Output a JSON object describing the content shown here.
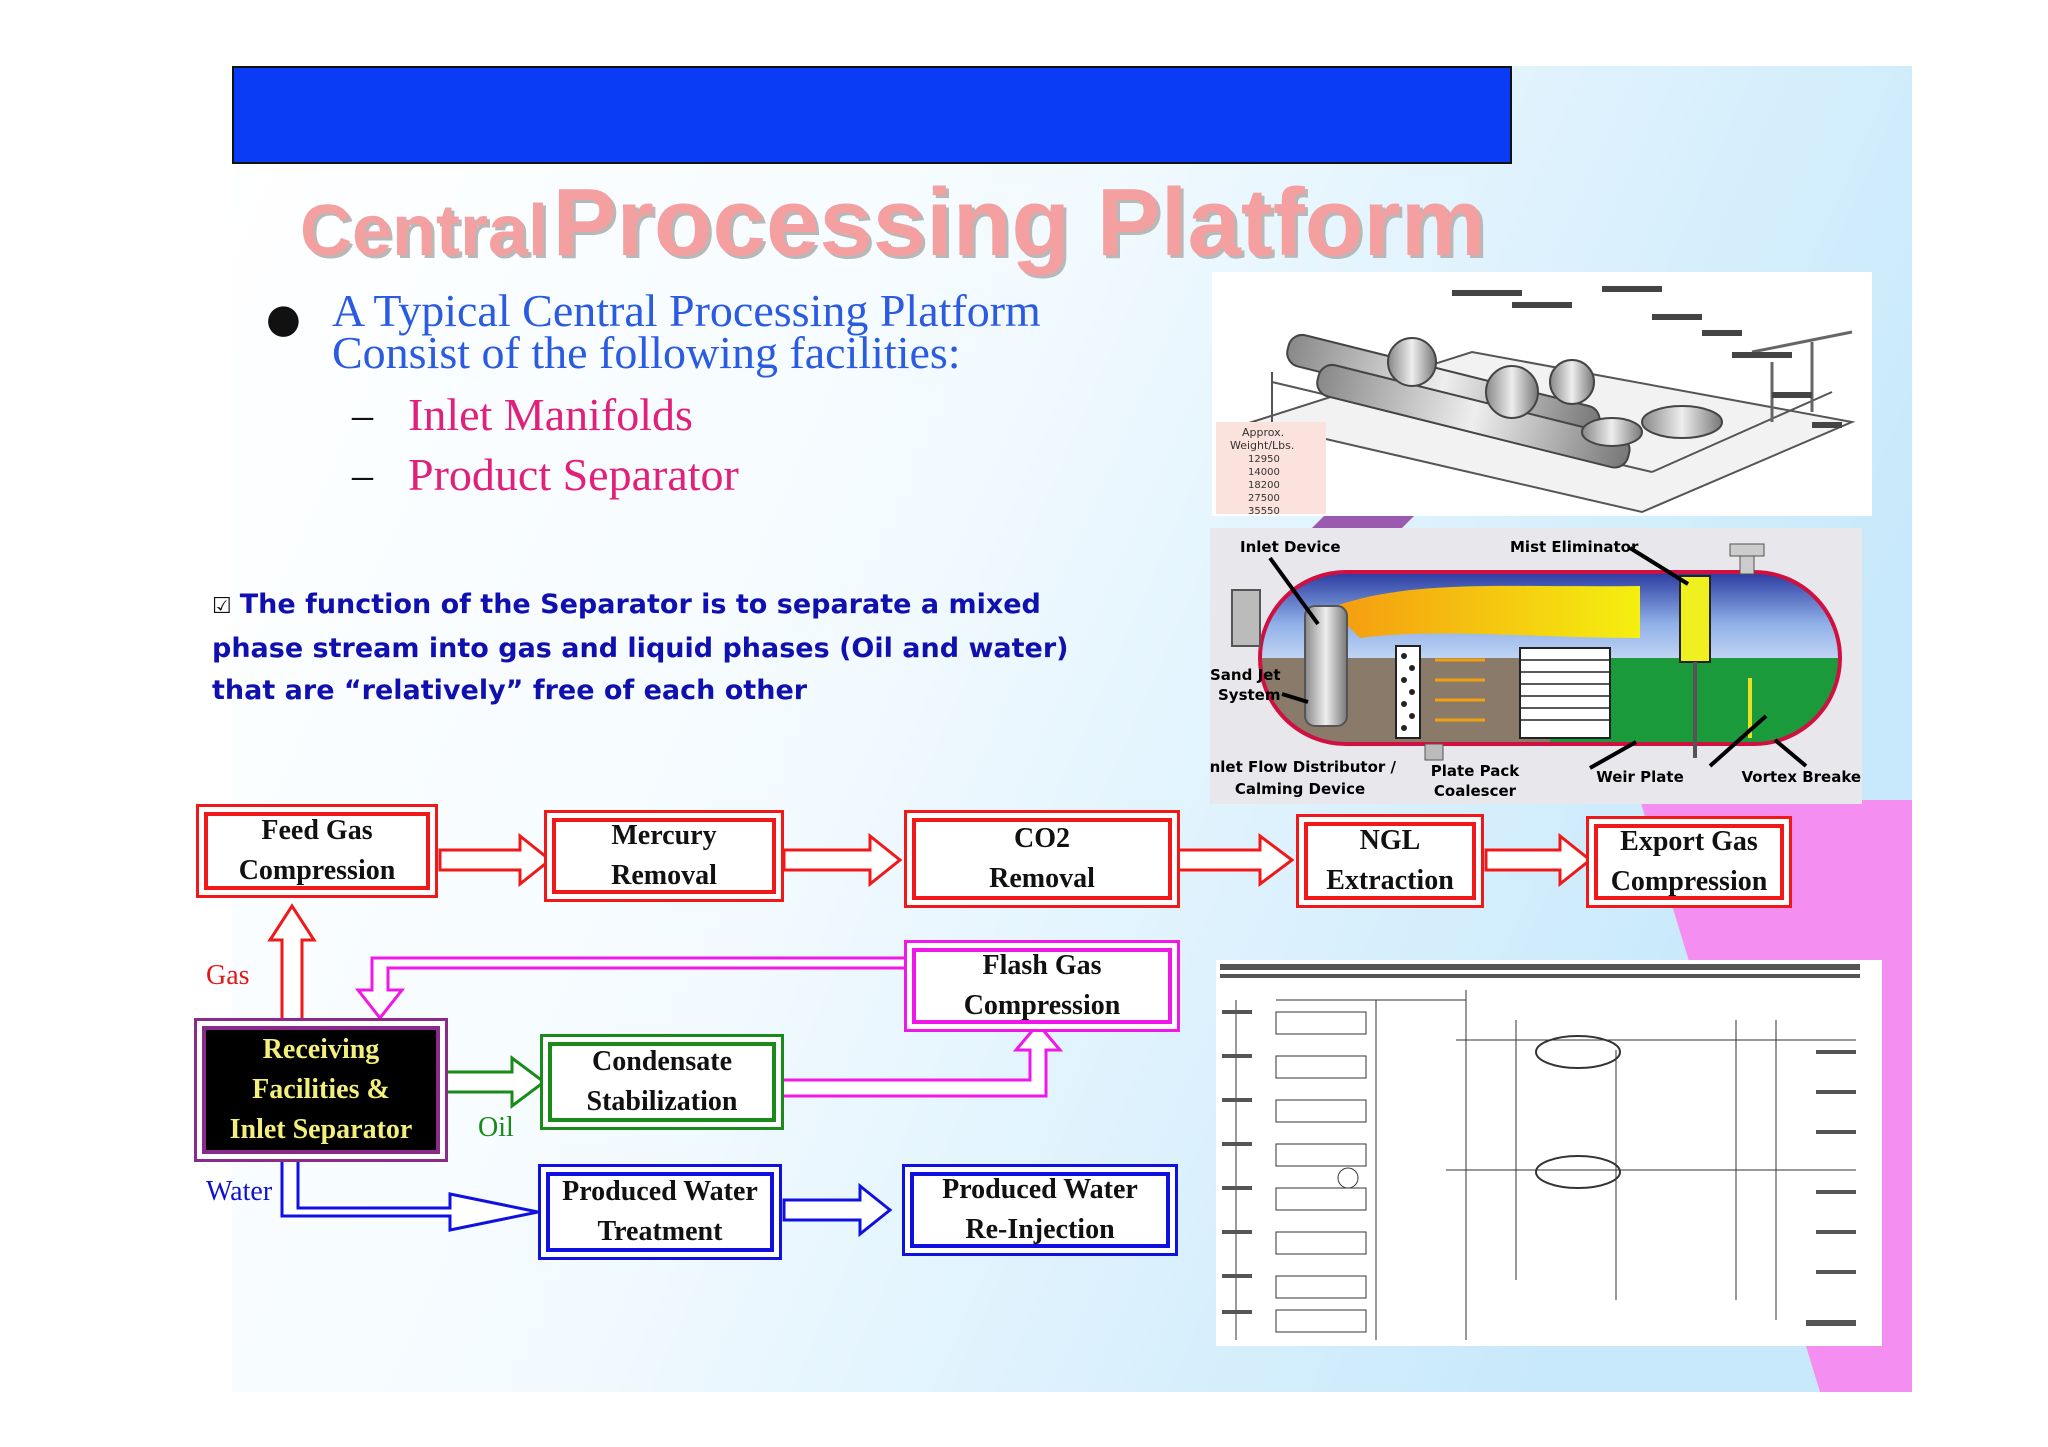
{
  "title": {
    "part1": "Central",
    "part2": "Processing Platform"
  },
  "intro": {
    "line1": "A Typical Central Processing Platform",
    "line2": "Consist of the following facilities:"
  },
  "sub_items": [
    "Inlet Manifolds",
    "Product Separator"
  ],
  "note": {
    "line1": "The function of the Separator is to separate a mixed",
    "line2": "phase stream into gas and liquid phases (Oil and water)",
    "line3": "that are “relatively” free of each other"
  },
  "weight_table": {
    "header1": "Approx.",
    "header2": "Weight/Lbs.",
    "values": [
      "12950",
      "14000",
      "18200",
      "27500",
      "35550"
    ]
  },
  "separator_labels": {
    "inlet_device": "Inlet Device",
    "mist_eliminator": "Mist Eliminator",
    "sand_jet_1": "Sand Jet",
    "sand_jet_2": "System",
    "inlet_flow_1": "Inlet Flow Distributor /",
    "inlet_flow_2": "Calming Device",
    "plate_pack_1": "Plate Pack",
    "plate_pack_2": "Coalescer",
    "weir_plate": "Weir Plate",
    "vortex_breaker": "Vortex Breaker"
  },
  "flow": {
    "feed_gas": [
      "Feed Gas",
      "Compression"
    ],
    "mercury": [
      "Mercury",
      "Removal"
    ],
    "co2": [
      "CO2",
      "Removal"
    ],
    "ngl": [
      "NGL",
      "Extraction"
    ],
    "export_gas": [
      "Export Gas",
      "Compression"
    ],
    "flash_gas": [
      "Flash Gas",
      "Compression"
    ],
    "receiving": [
      "Receiving",
      "Facilities &",
      "Inlet Separator"
    ],
    "condensate": [
      "Condensate",
      "Stabilization"
    ],
    "pw_treatment": [
      "Produced Water",
      "Treatment"
    ],
    "pw_reinjection": [
      "Produced Water",
      "Re-Injection"
    ],
    "label_gas": "Gas",
    "label_oil": "Oil",
    "label_water": "Water"
  },
  "colors": {
    "banner": "#0a3cf5",
    "gas_flow": "#f01818",
    "flash_flow": "#f018e8",
    "oil_flow": "#1a8a1a",
    "water_flow": "#1010e0"
  }
}
